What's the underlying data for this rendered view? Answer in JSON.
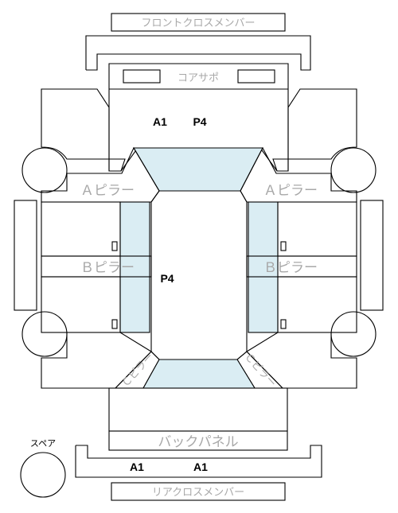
{
  "labels": {
    "front_cross_member": "フロントクロスメンバー",
    "core_support": "コアサポ",
    "a_pillar": "Ａピラー",
    "b_pillar": "Ｂピラー",
    "c_pillar": "Ｃピラー",
    "back_panel": "バックパネル",
    "rear_cross_member": "リアクロスメンバー",
    "spare": "スペア"
  },
  "codes": {
    "front_left": "A1",
    "front_right": "P4",
    "center": "P4",
    "rear_left": "A1",
    "rear_right": "A1"
  },
  "colors": {
    "glass": "#daedf3",
    "label_gray": "#a8a8a8",
    "outline": "#000000"
  }
}
